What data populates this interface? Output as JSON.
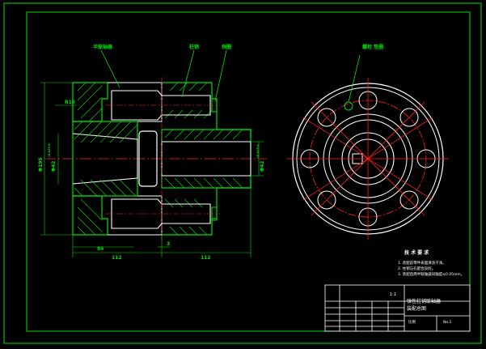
{
  "labels": {
    "part_left": "半联轴器",
    "part_pin": "柱销",
    "part_ring": "挡圈",
    "part_right": "螺栓 垫圈"
  },
  "dims": {
    "r10": "R10",
    "phi195": "Φ195",
    "phi42_left": "Φ42",
    "phi42_left_tol": "+0.025 0",
    "phi42_right": "Φ42",
    "phi42_right_tol": "+0.025 0",
    "d84": "84",
    "d3": "3",
    "d112_left": "112",
    "d112_right": "112"
  },
  "notes": {
    "title": "技 术 要 求",
    "line1": "1. 装配前零件表面清洗干净。",
    "line2": "2. 柱销与孔配合良好。",
    "line3": "3. 装配后两半联轴器同轴度≤0.05mm。"
  },
  "title_block": {
    "code": "1:1",
    "name": "弹性柱销联轴器",
    "name2": "装配总图",
    "scale": "比例",
    "sheet": "No.1"
  },
  "colors": {
    "green": "#00e000",
    "red": "#ff2020",
    "white": "#ffffff",
    "yellow": "#ffff00"
  }
}
